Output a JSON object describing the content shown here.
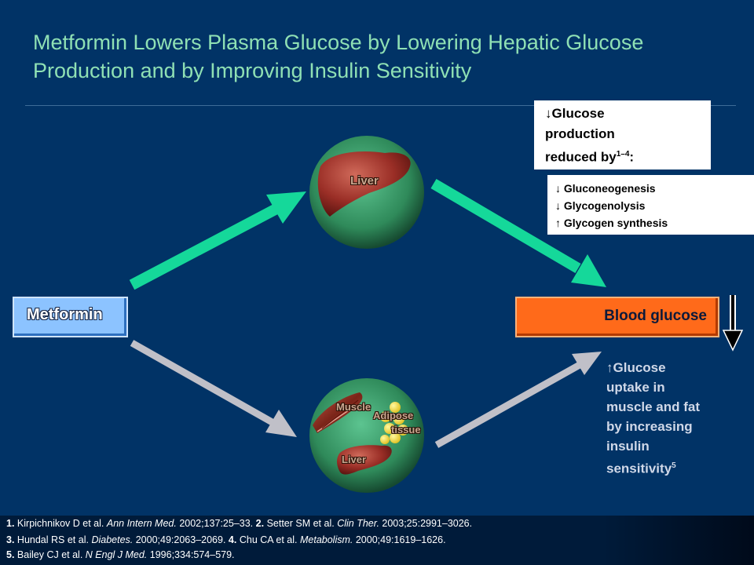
{
  "title": "Metformin Lowers Plasma Glucose by Lowering Hepatic Glucose Production and by Improving Insulin Sensitivity",
  "metformin_label": "Metformin",
  "blood_glucose_label": "Blood glucose",
  "production_box": {
    "line1": "↓Glucose",
    "line2": "production",
    "line3": "reduced by",
    "line3_sup": "1–4",
    "line3_end": ":"
  },
  "mechanisms": [
    "↓ Gluconeogenesis",
    "↓ Glycogenolysis",
    "↑ Glycogen synthesis"
  ],
  "uptake": {
    "text": "↑Glucose uptake in muscle and fat by increasing insulin sensitivity",
    "sup": "5"
  },
  "organs": {
    "liver_top": "Liver",
    "muscle": "Muscle",
    "adipose_1": "Adipose",
    "adipose_2": "tissue",
    "liver_bottom": "Liver"
  },
  "references": {
    "r1_num": "1.",
    "r1_text": "Kirpichnikov D et al.",
    "r1_journal": "Ann Intern Med.",
    "r1_cite": "2002;137:25–33.",
    "r2_num": "2.",
    "r2_text": "Setter SM et al.",
    "r2_journal": "Clin Ther.",
    "r2_cite": "2003;25:2991–3026.",
    "r3_num": "3.",
    "r3_text": "Hundal RS et al.",
    "r3_journal": "Diabetes.",
    "r3_cite": "2000;49:2063–2069.",
    "r4_num": "4.",
    "r4_text": "Chu CA et al.",
    "r4_journal": "Metabolism.",
    "r4_cite": "2000;49:1619–1626.",
    "r5_num": "5.",
    "r5_text": "Bailey CJ et al.",
    "r5_journal": "N Engl J Med.",
    "r5_cite": "1996;334:574–579."
  },
  "colors": {
    "background": "#013366",
    "title": "#8fe0b4",
    "arrow_green": "#15d89a",
    "arrow_grey": "#c0c0c8",
    "metformin_box": "#8cc3ff",
    "blood_glucose_box": "#ff6a1a",
    "circle_green": "#2f8a5a"
  }
}
